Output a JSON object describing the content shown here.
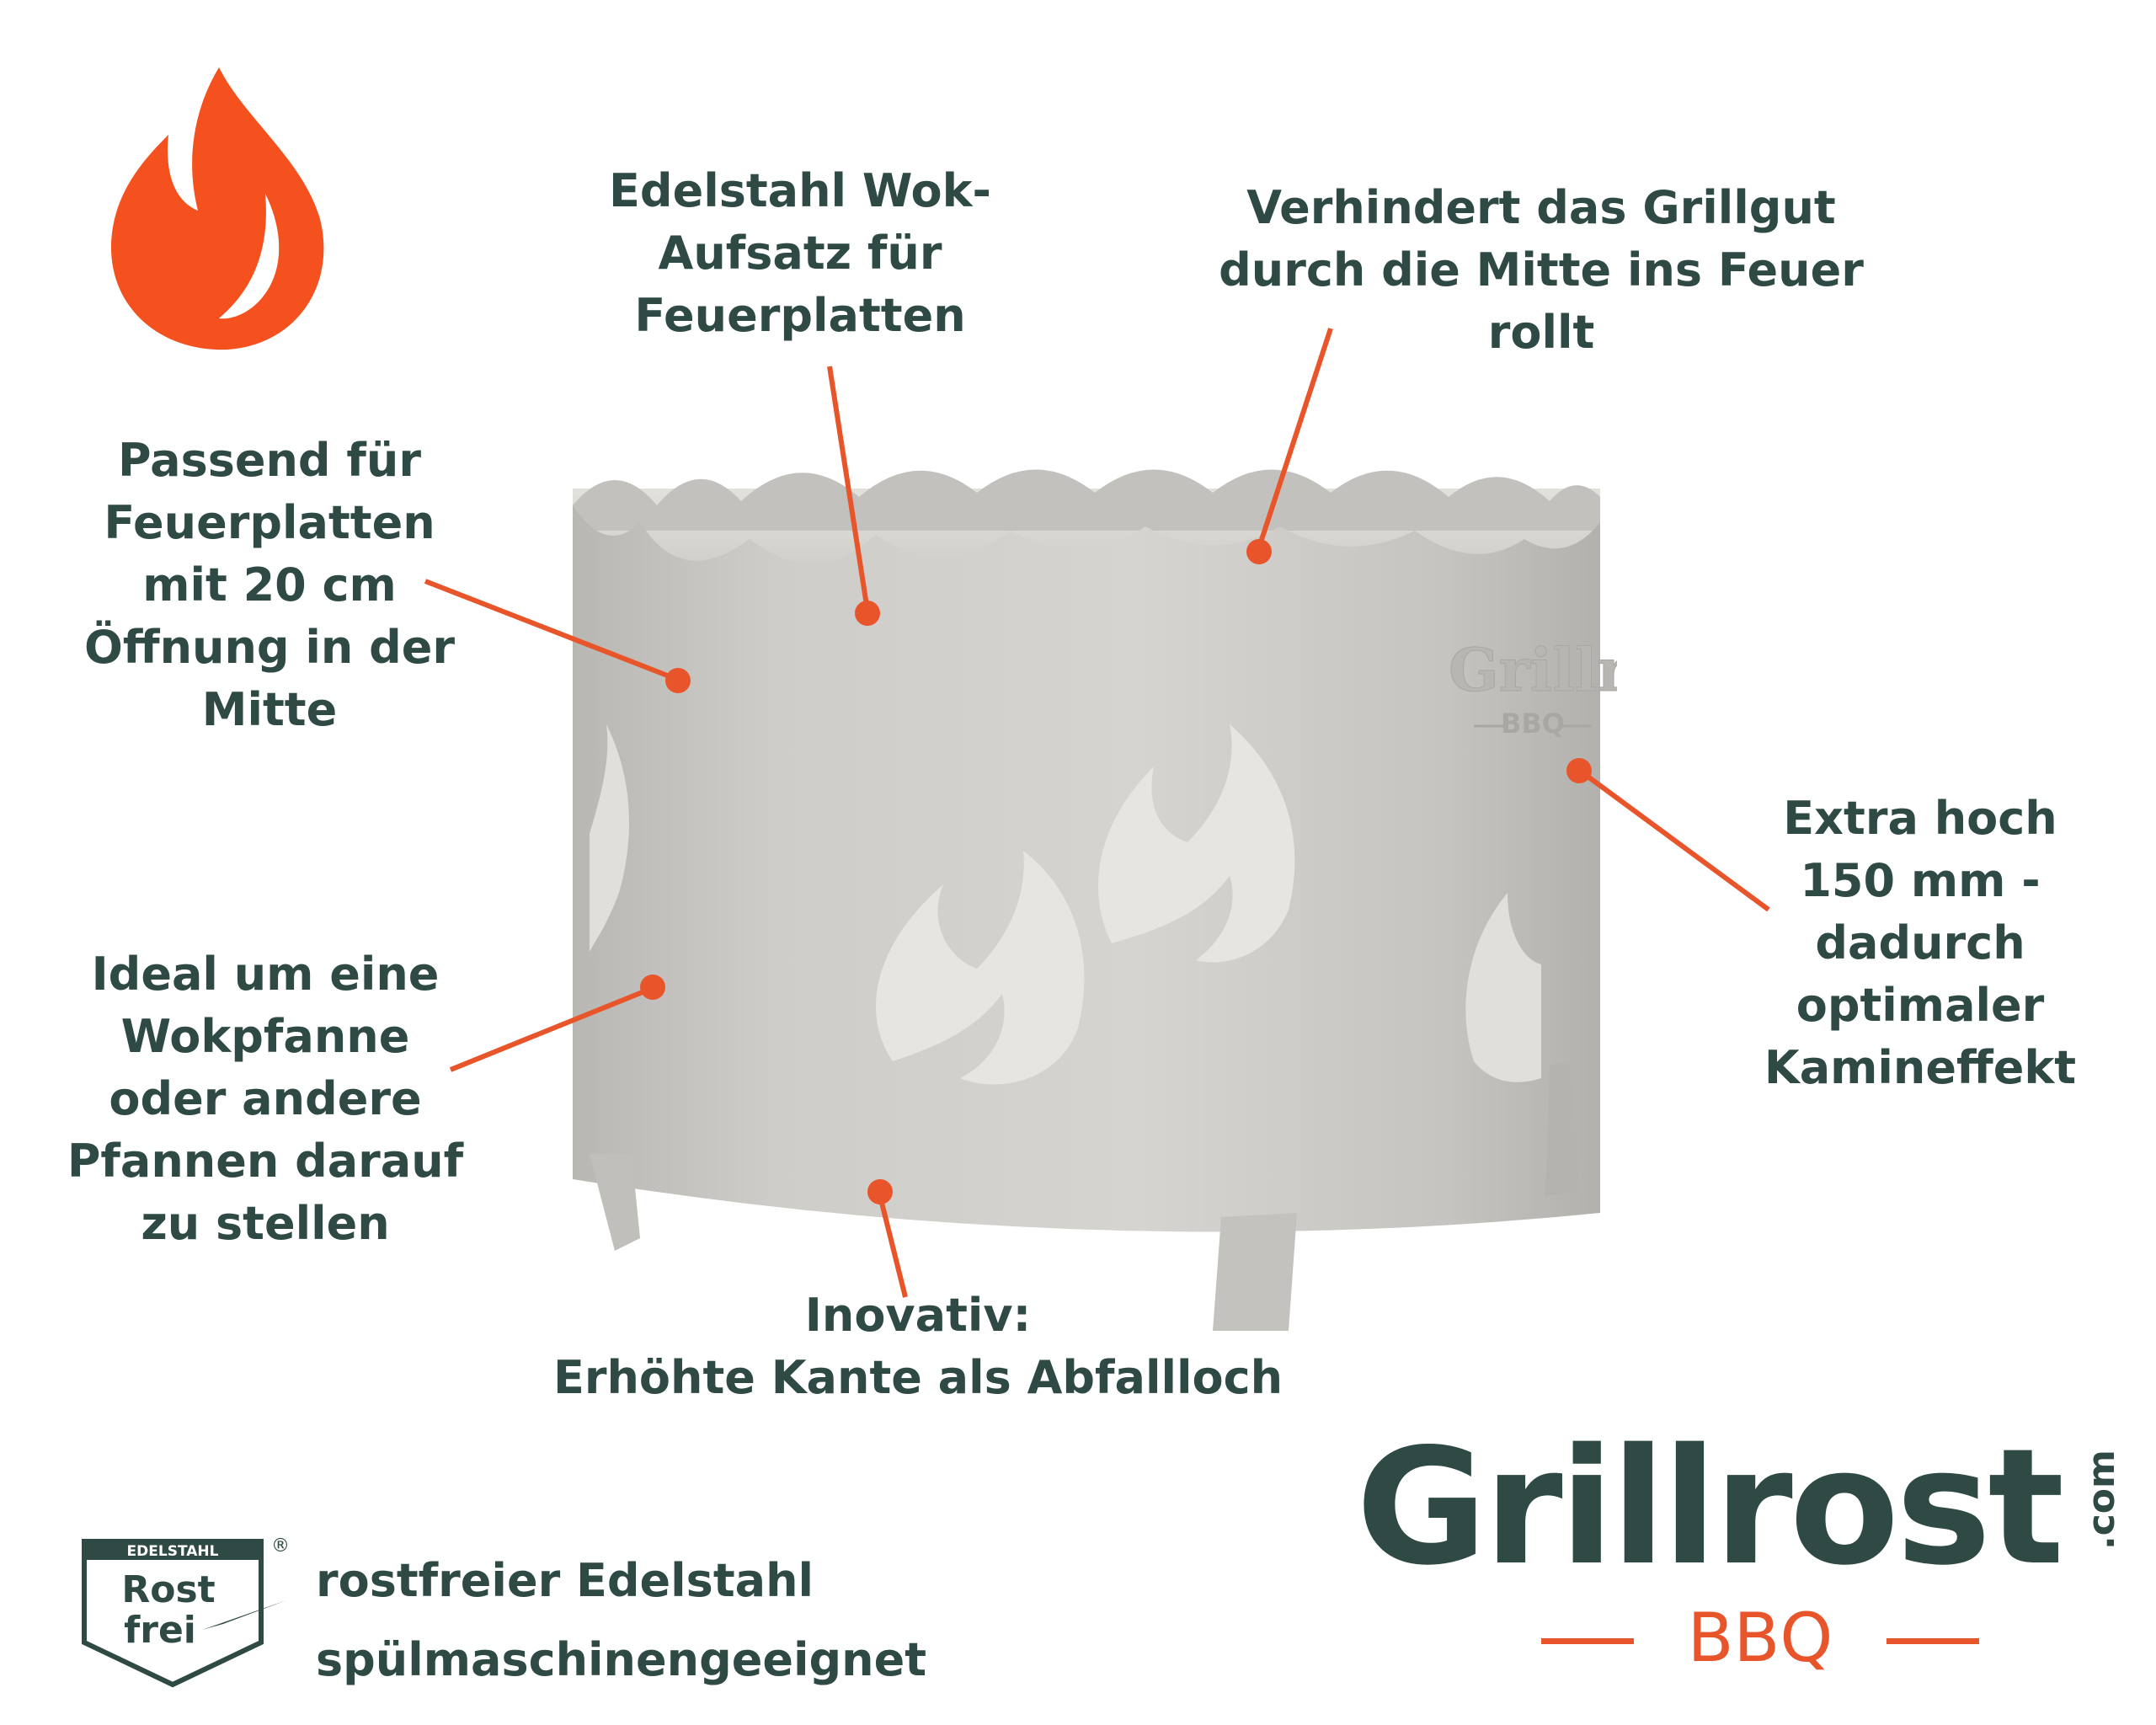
{
  "callouts": {
    "wok": [
      "Edelstahl Wok-",
      "Aufsatz für",
      "Feuerplatten"
    ],
    "grillgut": [
      "Verhindert das Grillgut",
      "durch die Mitte ins Feuer",
      "rollt"
    ],
    "passend": [
      "Passend für",
      "Feuerplatten",
      "mit 20 cm",
      "Öffnung in der",
      "Mitte"
    ],
    "ideal": [
      "Ideal um eine",
      "Wokpfanne",
      "oder andere",
      "Pfannen darauf",
      "zu stellen"
    ],
    "hoch": [
      "Extra hoch",
      "150 mm -",
      "dadurch",
      "optimaler",
      "Kamineffekt"
    ],
    "inovativ": [
      "Inovativ:",
      "Erhöhte Kante als Abfallloch"
    ]
  },
  "product": {
    "engraving_brand": "Grillrost",
    "engraving_sub": "BBQ"
  },
  "badge": {
    "top": "EDELSTAHL",
    "mark": "®",
    "word1": "Rost",
    "word2": "frei"
  },
  "features": [
    "rostfreier  Edelstahl",
    "spülmaschinengeeignet"
  ],
  "logo": {
    "name": "Grillrost",
    "tld": ".com",
    "sub": "BBQ"
  },
  "colors": {
    "accent": "#e8552a",
    "text": "#2f4a44",
    "steel": "#c9c7c3"
  },
  "icons": [
    "flame-icon",
    "rostfrei-badge-icon"
  ]
}
